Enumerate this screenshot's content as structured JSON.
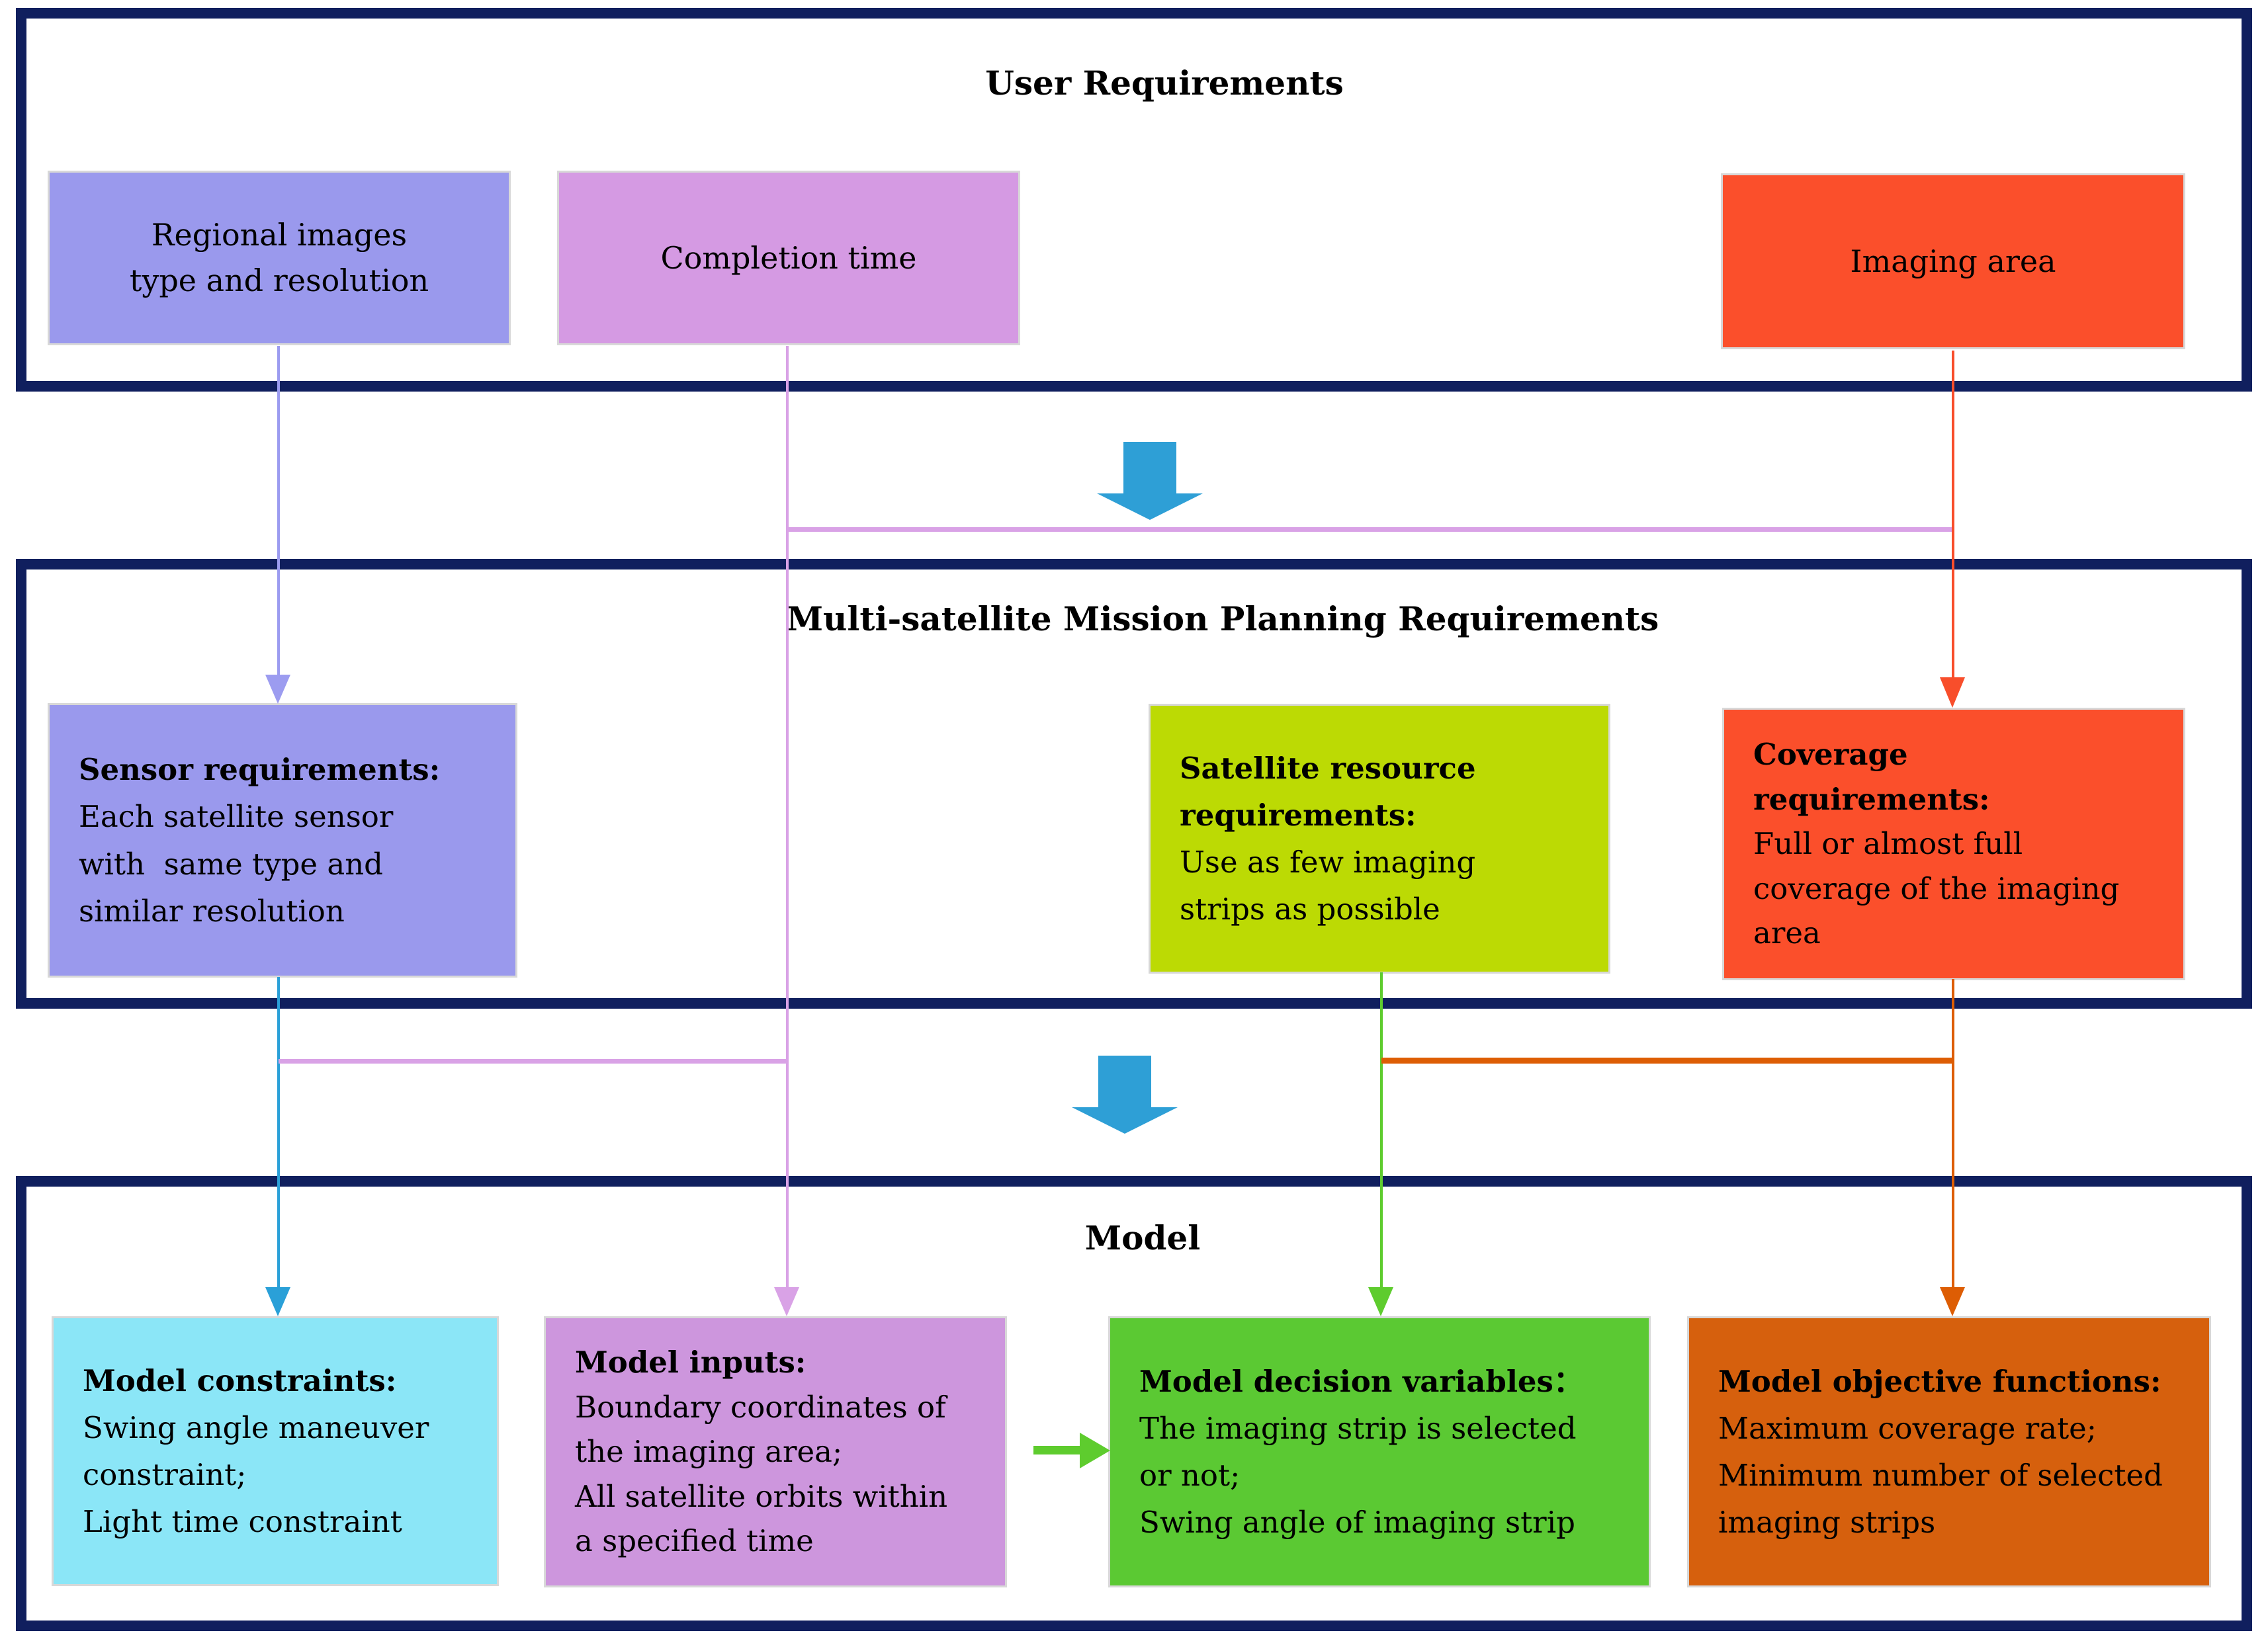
{
  "sections": {
    "user_requirements": {
      "title": "User Requirements"
    },
    "planning": {
      "title": "Multi-satellite Mission Planning Requirements"
    },
    "model": {
      "title": "Model"
    }
  },
  "boxes": {
    "regional_images": {
      "text": "Regional images\ntype and resolution"
    },
    "completion_time": {
      "text": "Completion time"
    },
    "imaging_area": {
      "text": "Imaging area"
    },
    "sensor_requirements": {
      "heading": "Sensor requirements:",
      "body": "Each satellite sensor\nwith  same type and\nsimilar resolution"
    },
    "satellite_resource": {
      "heading": "Satellite resource\nrequirements:",
      "body": "Use as few imaging\nstrips as possible"
    },
    "coverage_requirements": {
      "heading": "Coverage\nrequirements:",
      "body": "Full or almost full\ncoverage of the imaging\narea"
    },
    "model_constraints": {
      "heading": "Model constraints:",
      "body": "Swing angle maneuver\nconstraint;\nLight time constraint"
    },
    "model_inputs": {
      "heading": "Model inputs:",
      "body": "Boundary coordinates of\nthe imaging area;\nAll satellite orbits within\na specified time"
    },
    "model_decision_variables": {
      "heading": "Model decision variables：",
      "body": "The imaging strip is selected\nor not;\nSwing angle of imaging strip"
    },
    "model_objective_functions": {
      "heading": "Model objective functions:",
      "body": "Maximum coverage rate;\nMinimum number of selected\nimaging strips"
    }
  },
  "colors": {
    "navy": "#101f5e",
    "periwinkle": "#9a99ed",
    "orchid_box_light": "#d59ae3",
    "orchid_box": "#cd96dd",
    "tomato": "#fb4f2b",
    "chartreuse": "#bcda04",
    "cyan_box": "#8be6f7",
    "green_box": "#5bc933",
    "dark_orange": "#d6600d",
    "blue_arrow": "#2e9fd6",
    "violet_line": "#9c9cf0",
    "orchid_line": "#d9a2e6",
    "red_line": "#f84e2b",
    "cyan_line": "#2aa0d8",
    "green_line": "#5ecc2e",
    "orange_line": "#dd5d04"
  }
}
